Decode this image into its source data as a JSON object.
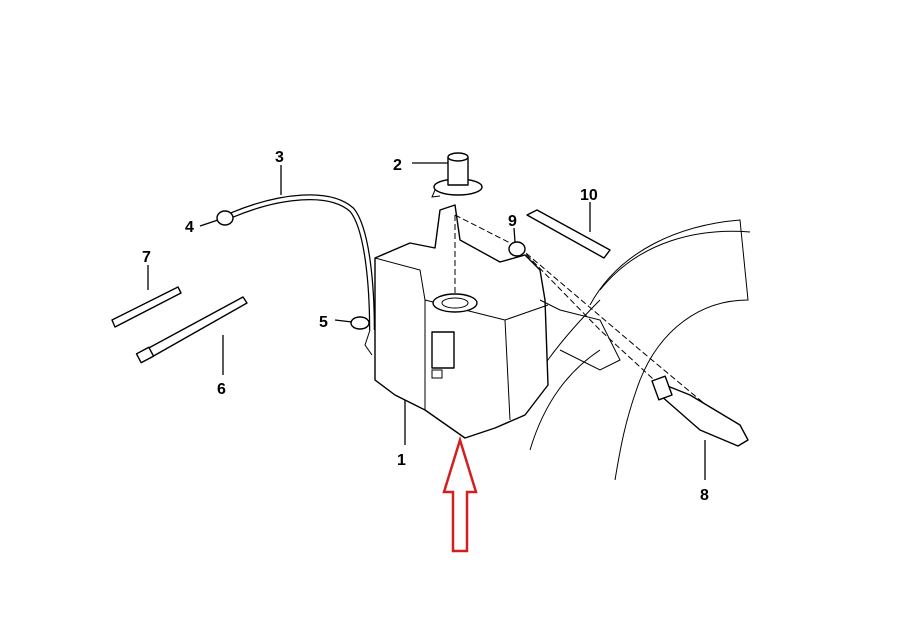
{
  "diagram": {
    "callouts": [
      {
        "id": "1",
        "label": "1"
      },
      {
        "id": "2",
        "label": "2"
      },
      {
        "id": "3",
        "label": "3"
      },
      {
        "id": "4",
        "label": "4"
      },
      {
        "id": "5",
        "label": "5"
      },
      {
        "id": "6",
        "label": "6"
      },
      {
        "id": "7",
        "label": "7"
      },
      {
        "id": "8",
        "label": "8"
      },
      {
        "id": "9",
        "label": "9"
      },
      {
        "id": "10",
        "label": "10"
      }
    ],
    "highlight_arrow_color": "#d22020"
  }
}
